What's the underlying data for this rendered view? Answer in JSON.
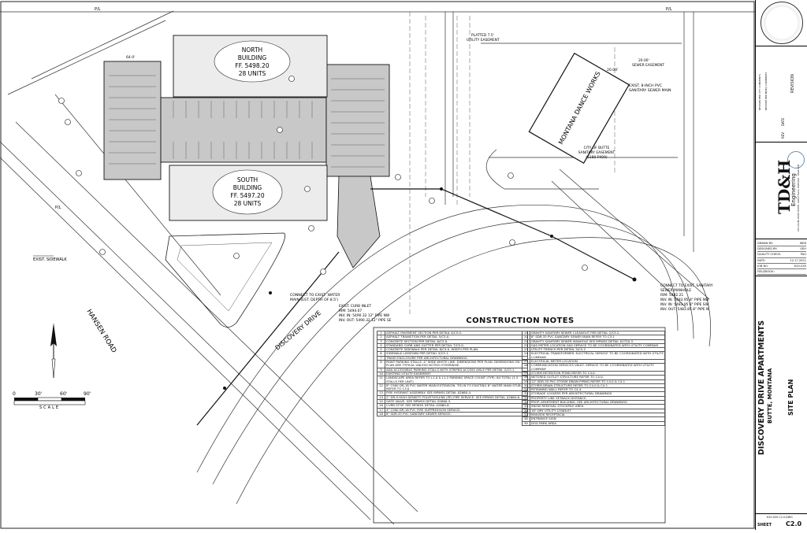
{
  "plan": {
    "north_building": {
      "name": "NORTH",
      "sub": "BUILDING",
      "ff": "FF. 5498.20",
      "units": "28 UNITS"
    },
    "south_building": {
      "name": "SOUTH",
      "sub": "BUILDING",
      "ff": "FF. 5497.20",
      "units": "28 UNITS"
    },
    "montana_dance_works": "MONTANA DANCE WORKS",
    "hansen_road": "HANSEN ROAD",
    "discovery_drive": "DISCOVERY DRIVE",
    "exist_sidewalk": "EXIST. SIDEWALK",
    "water_main_note": [
      "CONNECT TO EXIST. WATER",
      "MAIN (EST. DEPTH OF 8.5')"
    ],
    "curb_inlet_note": [
      "EXIST. CURB INLET",
      "RIM: 5494.07",
      "INV. IN: 5490.32 12\" PIPE NW",
      "INV. OUT: 5490.32 12\" PIPE SE"
    ],
    "sewer_manhole_note": [
      "CONNECT TO EXIST. SANITARY",
      "SEWER MANHOLE",
      "RIM: 5492.21",
      "INV. IN: 5483.95 8\" PIPE NW",
      "INV. IN: 5483.95 8\" PIPE SW",
      "INV. OUT: 5483.85 8\" PIPE N"
    ],
    "exist_sewer_main": [
      "EXIST. 8-INCH PVC",
      "SANITARY SEWER MAIN"
    ],
    "sewer_easement": [
      "CITY OF BUTTE",
      "SANITARY EASEMENT",
      "(5180-P409)"
    ],
    "utility_easement": [
      "PLATTED 7.5'",
      "UTILITY EASEMENT"
    ],
    "sewer_easement_2": [
      "20.00'",
      "SEWER EASEMENT"
    ],
    "dim_20": "20.00'",
    "dim_64": "64.0'",
    "pl": "P/L"
  },
  "scale": {
    "ticks": [
      "0",
      "30'",
      "60'",
      "90'"
    ],
    "label": "SCALE"
  },
  "notes": {
    "title": "CONSTRUCTION NOTES",
    "left": [
      [
        "1",
        "ASPHALT PAVEMENT SECTION PER DETAIL 4/C5.0."
      ],
      [
        "2",
        "ASPHALT TRANSITION PER DETAIL 5/C5.0."
      ],
      [
        "3",
        "CONCRETE SECTION PER DETAIL 6/C5.0."
      ],
      [
        "4",
        "STANDARD CURB AND GUTTER PER DETAIL 7/C5.0."
      ],
      [
        "5",
        "CONCRETE SIDEWALK PER DETAIL 8/C5.0. WIDTH PER PLAN."
      ],
      [
        "6",
        "SIDEWALK LAYDOWN PER DETAIL 5/C5.1."
      ],
      [
        "7",
        "TRASH ENCLOSURE PER ARCHITECTURAL DRAWINGS."
      ],
      [
        "8",
        "PAINT PARKING STALLS. 4\" WIDE WHITE LINE. DIMENSIONS PER PLAN. DIMENSIONS ON PLAN ARE TYPICAL UNLESS NOTED OTHERWISE."
      ],
      [
        "9",
        "ADA ACCESSIBLE PARKING STALLS WITH STRIPED ACCESS AISLE PER DETAIL 2/C5.1."
      ],
      [
        "10",
        "EXISTING UTILITY EASEMENT."
      ],
      [
        "11",
        "LANDSCAPE AREA REFER TO L1.0 & L1.2 PARKING SPACE COUNT (TYP): 84 TOTAL (1.5 STALLS PER UNIT)"
      ],
      [
        "12",
        "8\" C900 DR-18 PVC WATER MAIN EXTENSION. TIE-IN TO EXISTING 8\" WATER MAIN STUB. REFER TO C3.0"
      ],
      [
        "13",
        "FIRE HYDRANT ASSEMBLY. SEE MPWSS DETAIL 02660-4."
      ],
      [
        "14",
        "2\" DR-9 HIGH DENSITY POLYETHYLENE (PE) PIPE SERVICE. SEE MPWSS DETAIL 02660-6."
      ],
      [
        "15",
        "GATE VALVE. SEE MPWSS DETAIL 02660-3."
      ],
      [
        "16",
        "CURB STOP. SEE MPWSS DETAIL 02660-6."
      ],
      [
        "17",
        "4\" C900 DR-18 PVC FIRE SUPPRESSION SERVICE."
      ],
      [
        "18",
        "8\" SDR-35 PVC SANITARY SEWER SERVICE."
      ]
    ],
    "right": [
      [
        "19",
        "GRAVITY SANITARY SEWER CLEANOUT PER DETAIL 2/C5.2."
      ],
      [
        "20",
        "8\" SDR-35 PVC SANITARY SEWER MAIN REFER TO C3.1"
      ],
      [
        "21",
        "GRAVITY SANITARY SEWER MANHOLE SEE MPWSS DETAIL 02720-3"
      ],
      [
        "22",
        "GAS METER LOCATION GAS SERVICE TO BE COORDINATED WITH UTILITY COMPANY."
      ],
      [
        "23",
        "UTILITY TRENCH PER DETAIL 5/C5.2"
      ],
      [
        "24",
        "ELECTRICAL TRANSFORMER. ELECTRICAL SERVICE TO BE COORDINATED WITH UTILITY COMPANY."
      ],
      [
        "25",
        "ELECTRICAL METER LOCATION"
      ],
      [
        "26",
        "COMMUNICATION SERVICES VAULT. SERVICE TO BE COORDINATED WITH UTILITY COMPANY"
      ],
      [
        "27",
        "STORM RETENTION POND REFER TO C4.0."
      ],
      [
        "28",
        "METERED OUTLET STRUCTURE REFER TO C4.0."
      ],
      [
        "29",
        "12\" SDR-35 PVC STORM DRAIN PIPING REFER TO C4.0 & C4.1"
      ],
      [
        "30",
        "STORM DRAIN STRUCTURE REFER TO C4.0 & C4.1"
      ],
      [
        "31",
        "RETAINING WALL REFER TO C4.4"
      ],
      [
        "32",
        "STORAGE LOCKERS PER ARCHITECTURAL DRAWINGS"
      ],
      [
        "33",
        "PROPERTY LINE SETBACK DISTANCE."
      ],
      [
        "34",
        "PROP. APARTMENT BUILDING. SEE ARCHITECTURAL DRAWINGS."
      ],
      [
        "35",
        "SNOW REMOVAL STOCKPILE AREA"
      ],
      [
        "36",
        "18\" DRY UTILITY CONDUIT"
      ],
      [
        "37",
        "MAILBOX RECEPTACAL"
      ],
      [
        "38",
        "ENTRANCE SIGN"
      ],
      [
        "39",
        "DOG PARK AREA"
      ]
    ]
  },
  "title_block": {
    "revision": "REVISION",
    "rev_head": [
      "REV",
      "DATE"
    ],
    "rev_rows": [
      "REVISED PER CITY COMMENTS",
      "REVISED PER MDEQ COMMENTS"
    ],
    "firm": "TD&H",
    "firm_sub": "Engineering",
    "firm_address": "1800 RIVER DRIVE NORTH · GREAT FALLS, MONTANA · TD&H.COM",
    "fields": [
      [
        "DRAWN BY:",
        "WEB"
      ],
      [
        "DESIGNED BY:",
        "GEH"
      ],
      [
        "QUALITY CHECK:",
        "PAG"
      ],
      [
        "DATE:",
        "12.17.2021"
      ],
      [
        "JOB NO.",
        "K20-035"
      ],
      [
        "FIELDBOOK:",
        ""
      ]
    ],
    "project": "DISCOVERY DRIVE APARTMENTS",
    "location": "BUTTE, MONTANA",
    "sheet_title": "SITE PLAN",
    "file": "K20-035 C2.0.DWG",
    "sheet_label": "SHEET",
    "sheet_no": "C2.0"
  },
  "colors": {
    "paving": "#c8c8c8",
    "building": "#e8e8e8",
    "line": "#1a1a1a"
  }
}
